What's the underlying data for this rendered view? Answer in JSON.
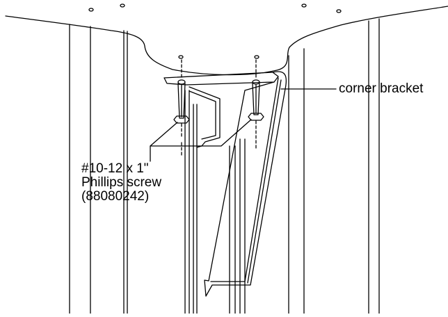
{
  "labels": {
    "corner_bracket": "corner bracket",
    "screw_spec": "#10-12 x 1\"",
    "screw_type": "Phillips screw",
    "screw_part_number": "(88080242)"
  },
  "colors": {
    "line": "#000000",
    "background": "#ffffff"
  }
}
